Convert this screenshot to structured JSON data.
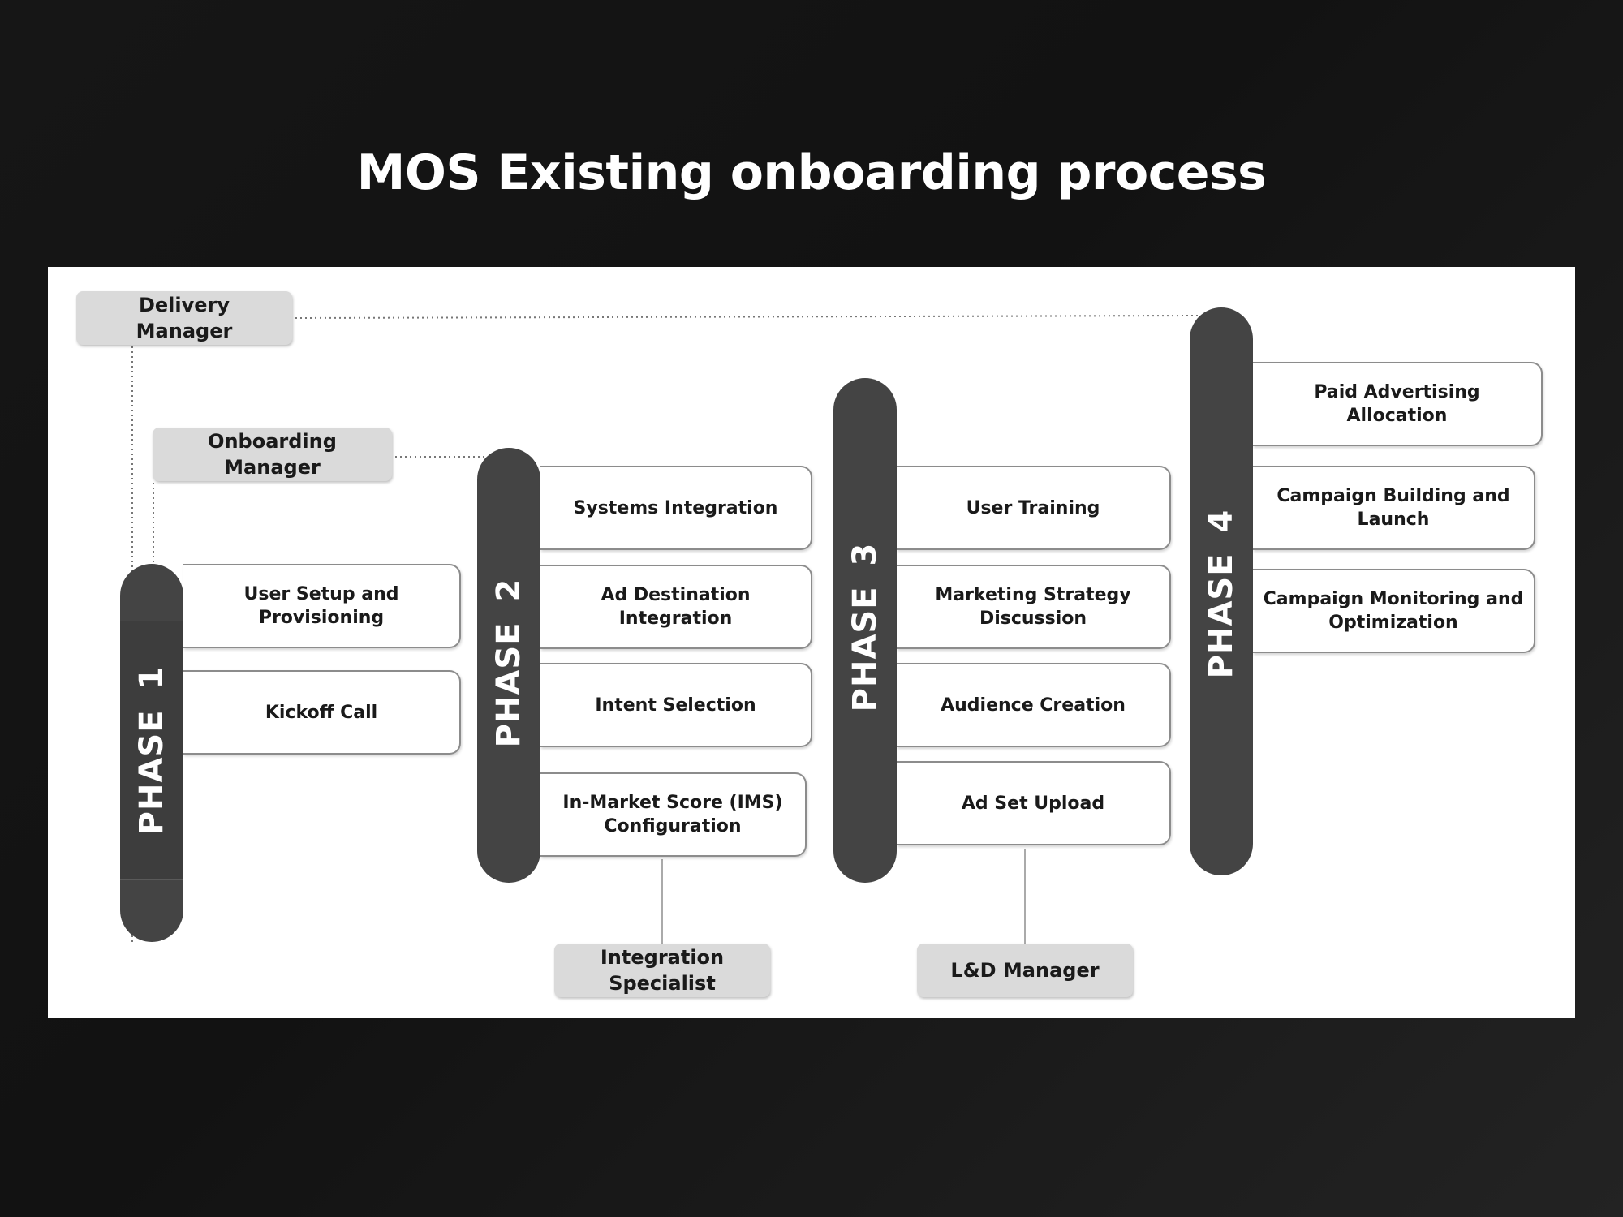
{
  "title": "MOS Existing onboarding process",
  "roles": {
    "delivery_manager": "Delivery\nManager",
    "onboarding_manager": "Onboarding\nManager",
    "integration_specialist": "Integration\nSpecialist",
    "ld_manager": "L&D Manager"
  },
  "phases": [
    {
      "label": "PHASE 1",
      "tasks": [
        "User Setup and\nProvisioning",
        "Kickoff Call"
      ]
    },
    {
      "label": "PHASE 2",
      "tasks": [
        "Systems Integration",
        "Ad Destination\nIntegration",
        "Intent Selection",
        "In-Market Score (IMS)\nConfiguration"
      ]
    },
    {
      "label": "PHASE 3",
      "tasks": [
        "User Training",
        "Marketing Strategy\nDiscussion",
        "Audience Creation",
        "Ad Set Upload"
      ]
    },
    {
      "label": "PHASE 4",
      "tasks": [
        "Paid Advertising\nAllocation",
        "Campaign Building and\nLaunch",
        "Campaign Monitoring and\nOptimization"
      ]
    }
  ],
  "colors": {
    "background": "#141414",
    "panel": "#ffffff",
    "phase_bar": "#444444",
    "role_box": "#dadada",
    "task_border": "#8c8c8c"
  }
}
